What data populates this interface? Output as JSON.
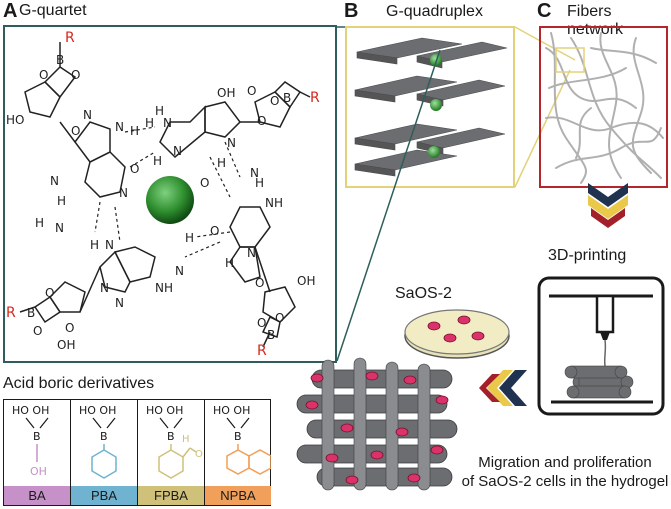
{
  "panels": {
    "a": {
      "letter": "A",
      "title": "G-quartet"
    },
    "b": {
      "letter": "B",
      "title": "G-quadruplex"
    },
    "c": {
      "letter": "C",
      "title": "Fibers network"
    }
  },
  "labels": {
    "printing": "3D-printing",
    "saos": "SaOS-2",
    "migration_line1": "Migration and proliferation",
    "migration_line2": "of SaOS-2 cells in the hydrogel",
    "boric_title": "Acid boric derivatives"
  },
  "boric_derivatives": [
    {
      "label": "BA",
      "color": "#c691c8"
    },
    {
      "label": "PBA",
      "color": "#6fb3d0"
    },
    {
      "label": "FPBA",
      "color": "#cfc07a"
    },
    {
      "label": "NPBA",
      "color": "#f0a05a"
    }
  ],
  "chem": {
    "r": "R",
    "b": "B",
    "o": "O",
    "n": "N",
    "h": "H",
    "oh": "OH",
    "ho": "HO",
    "nh": "NH",
    "ho_oh": "HO  OH"
  },
  "colors": {
    "frame_teal": "#2e5e5c",
    "frame_yellow": "#e3d27a",
    "frame_red": "#b3262b",
    "r_group": "#d7261e",
    "sphere_green": "#2f8f2f",
    "slab_gray": "#6b6d70",
    "cell_pink": "#d9336a",
    "chevron_navy": "#1f3350",
    "chevron_yellow": "#e9c84a",
    "chevron_red": "#a3202a"
  }
}
